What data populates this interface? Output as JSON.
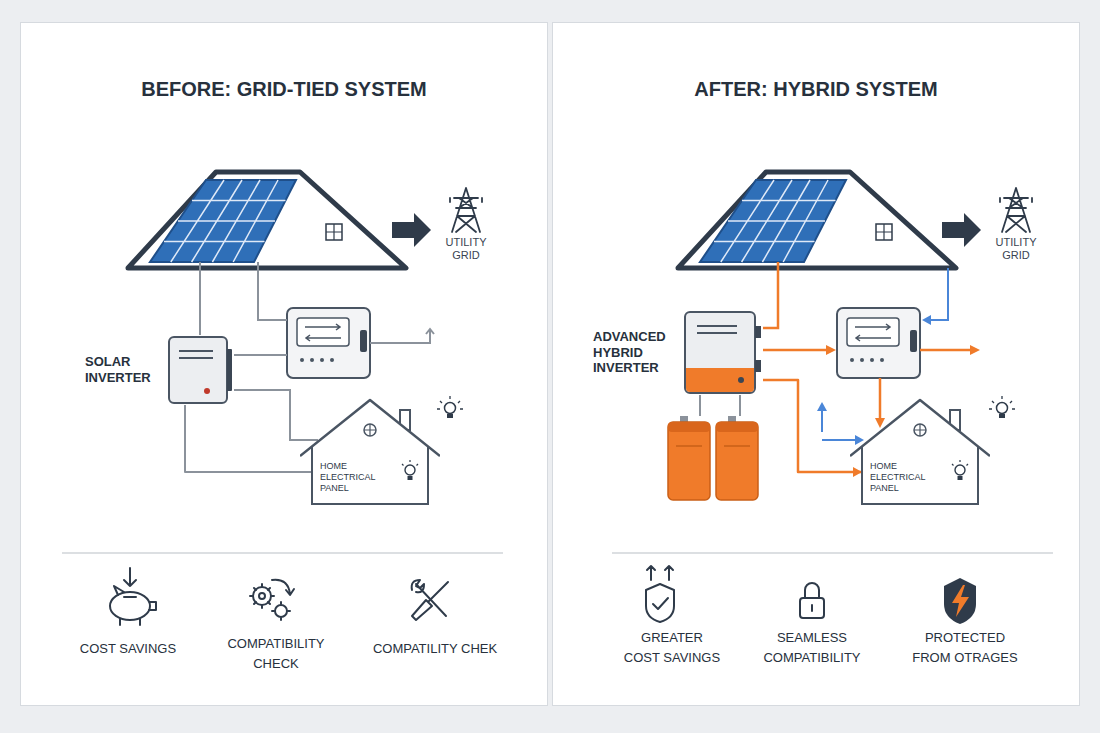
{
  "diagram": {
    "nodes": [
      {
        "text": [
          "BEFORE: GRID-TIED SYSTEM"
        ]
      },
      {
        "text": [
          "UTILITY GRID"
        ],
        "in": 0
      },
      {
        "text": [
          "SOLAR INVERTER"
        ],
        "in": 0
      },
      {
        "text": [
          "HOME ELECTRICAL PANEL"
        ],
        "in": 0
      },
      {
        "text": [
          "AFTER: HYBRID SYSTEM"
        ]
      },
      {
        "text": [
          "UTILITY GRID"
        ],
        "in": 4
      },
      {
        "text": [
          "ADVANCED HYBRID INVERTER"
        ],
        "in": 4
      },
      {
        "text": [
          "HOME ELECTRICAL PANEL"
        ],
        "in": 4
      }
    ],
    "edges": [
      {
        "from": 2,
        "to": 3,
        "arrow": "none"
      },
      {
        "from": 6,
        "to": 7,
        "arrow": "to"
      }
    ],
    "labels": [
      "COST SAVINGS",
      "COMPATIBILITY CHECK",
      "COMPATILITY CHEK",
      "GREATER COST SAVINGS",
      "SEAMLESS COMPATIBILITY",
      "PROTECTED FROM OTRAGES"
    ]
  }
}
